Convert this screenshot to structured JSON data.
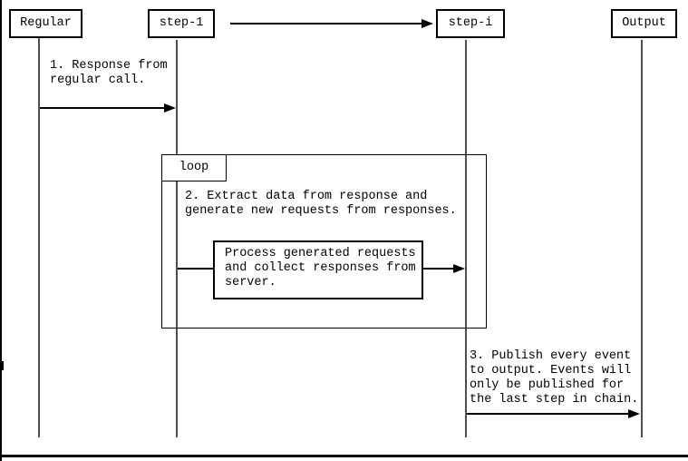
{
  "diagram": {
    "title": "sequence-diagram",
    "participants": [
      {
        "id": "regular",
        "label": "Regular"
      },
      {
        "id": "step-1",
        "label": "step-1"
      },
      {
        "id": "step-i",
        "label": "step-i"
      },
      {
        "id": "output",
        "label": "Output"
      }
    ],
    "loop": {
      "label": "loop"
    },
    "messages": {
      "msg1": "1. Response from regular call.",
      "msg2": "2. Extract data from response and generate new requests from responses.",
      "msg3": "3. Publish every event to output. Events will only be published for the last step in chain.",
      "process_note": "Process generated requests and collect responses from server."
    },
    "colors": {
      "line": "#000000",
      "lifeline": "#4f4f4f",
      "background": "#ffffff"
    }
  }
}
